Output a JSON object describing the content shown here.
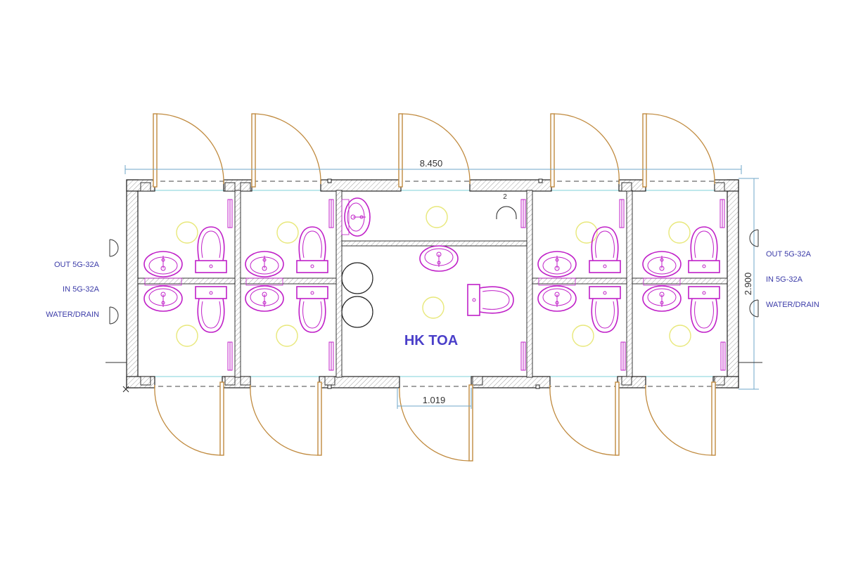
{
  "plan": {
    "title": "HK TOA",
    "dimensions": {
      "overall_length": "8.450",
      "overall_width": "2.900",
      "door_width": "1.019"
    },
    "utilities_left": [
      "OUT 5G-32A",
      "IN 5G-32A",
      "WATER/DRAIN"
    ],
    "utilities_right": [
      "OUT 5G-32A",
      "IN 5G-32A",
      "WATER/DRAIN"
    ],
    "door_tag": "2",
    "colors": {
      "fixture": "#c020c8",
      "door": "#c08a3e",
      "dimension": "#6fa7c8",
      "drain": "#e8e87a",
      "label": "#3b3ba8",
      "title": "#4a3fc9"
    }
  }
}
